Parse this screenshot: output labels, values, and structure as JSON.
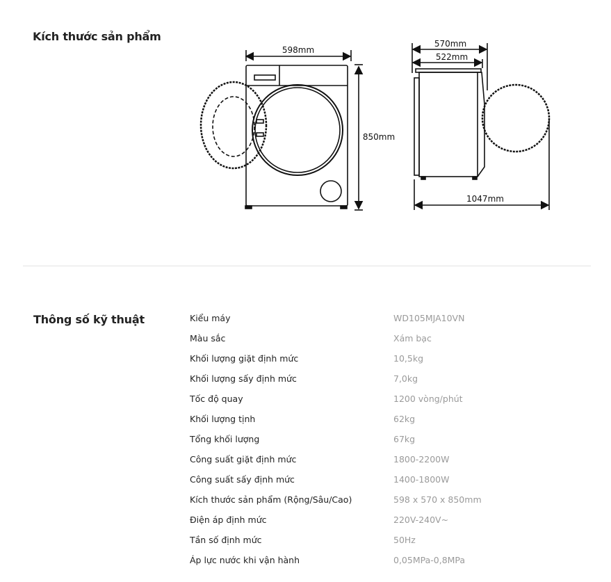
{
  "dimensions_section": {
    "title": "Kích thước sản phẩm",
    "labels": {
      "width": "598mm",
      "height": "850mm",
      "depth_total": "570mm",
      "depth_body": "522mm",
      "depth_door_open": "1047mm"
    }
  },
  "specs_section": {
    "title": "Thông số kỹ thuật",
    "rows": [
      {
        "label": "Kiểu máy",
        "value": "WD105MJA10VN"
      },
      {
        "label": "Màu sắc",
        "value": "Xám bạc"
      },
      {
        "label": "Khối lượng giặt định mức",
        "value": "10,5kg"
      },
      {
        "label": "Khối lượng sấy định mức",
        "value": "7,0kg"
      },
      {
        "label": "Tốc độ quay",
        "value": "1200 vòng/phút"
      },
      {
        "label": "Khối lượng tịnh",
        "value": "62kg"
      },
      {
        "label": "Tổng khối lượng",
        "value": "67kg"
      },
      {
        "label": "Công suất giặt định mức",
        "value": "1800-2200W"
      },
      {
        "label": "Công suất sấy định mức",
        "value": "1400-1800W"
      },
      {
        "label": "Kích thước sản phẩm (Rộng/Sâu/Cao)",
        "value": "598 x 570 x 850mm"
      },
      {
        "label": "Điện áp định mức",
        "value": "220V-240V~"
      },
      {
        "label": "Tần số định mức",
        "value": "50Hz"
      },
      {
        "label": "Áp lực nước khi vận hành",
        "value": "0,05MPa-0,8MPa"
      }
    ]
  }
}
